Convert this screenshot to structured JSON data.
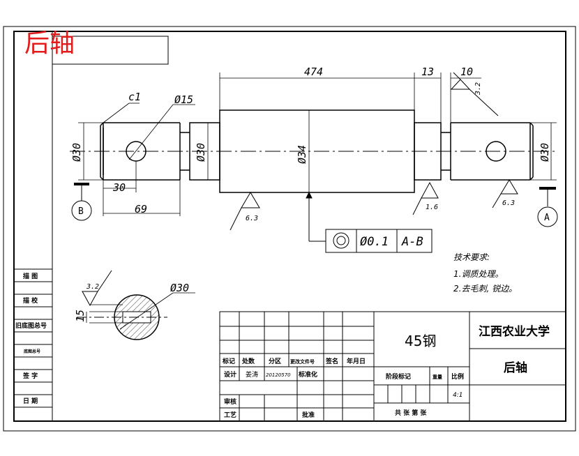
{
  "title_stamp": "后轴",
  "dimensions": {
    "d474": "474",
    "d13": "13",
    "d10": "10",
    "c1": "c1",
    "dia15": "Ø15",
    "dia30_left": "Ø30",
    "dia30_mid": "Ø30",
    "dia34": "Ø34",
    "dia30_right": "Ø30",
    "d30": "30",
    "d69": "69",
    "dia30_section": "Ø30",
    "d15": "15"
  },
  "roughness": {
    "r32_top": "3.2",
    "r63_left": "6.3",
    "r16": "1.6",
    "r63_right": "6.3",
    "r32_section": "3.2"
  },
  "datums": {
    "b": "B",
    "a": "A"
  },
  "tolerance_frame": {
    "value": "Ø0.1",
    "datum": "A-B"
  },
  "technical_requirements": {
    "heading": "技术要求:",
    "items": [
      "1.调质处理。",
      "2.去毛刺, 锐边。"
    ]
  },
  "side_column": {
    "labels": [
      "描  图",
      "描  校",
      "旧底图总号",
      "底图总号",
      "签  字",
      "日  期"
    ]
  },
  "title_block": {
    "material": "45钢",
    "school": "江西农业大学",
    "part_name": "后轴",
    "header_row": [
      "标记",
      "处数",
      "分区",
      "更改文件号",
      "签名",
      "年月日"
    ],
    "designer_label": "设计",
    "designer": "姜涛",
    "date": "20120570",
    "standardization": "标准化",
    "review": "审核",
    "process": "工艺",
    "approve": "批准",
    "stage_mark": "阶段标记",
    "weight": "重量",
    "scale_label": "比例",
    "scale": "4:1",
    "sheets": "共   张   第   张"
  }
}
